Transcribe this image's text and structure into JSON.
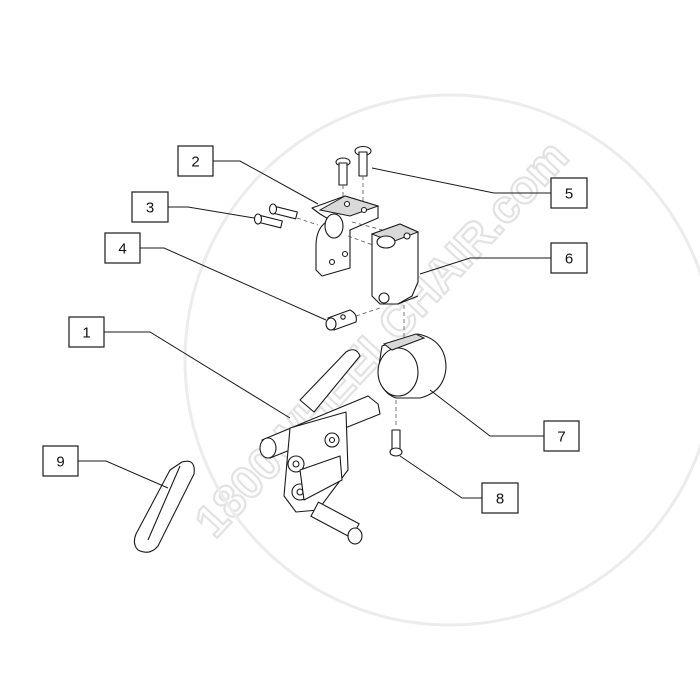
{
  "diagram": {
    "callouts": [
      "1",
      "2",
      "3",
      "4",
      "5",
      "6",
      "7",
      "8",
      "9"
    ],
    "watermark": "1800WHEELCHAIR.com"
  }
}
